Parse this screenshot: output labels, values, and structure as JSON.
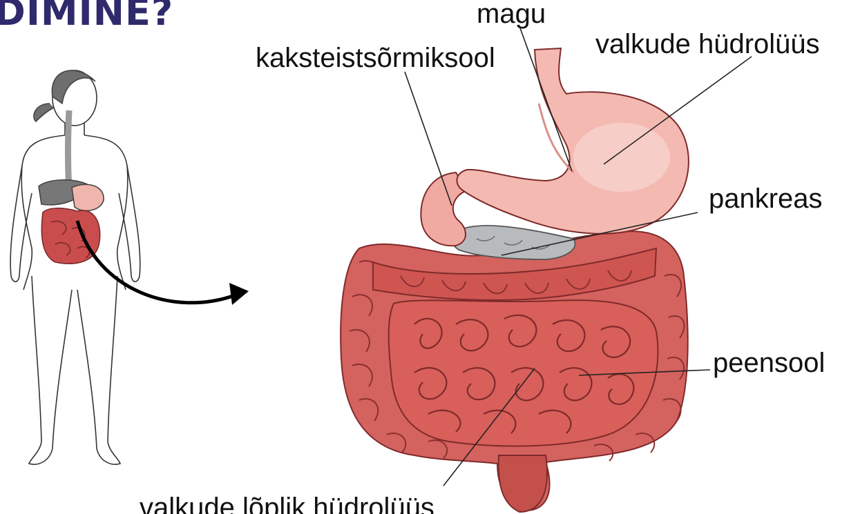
{
  "title": "DIMINE?",
  "labels": {
    "magu": "magu",
    "duodenum": "kaksteistsõrmiksool",
    "protein_hydrolysis": "valkude hüdrolüüs",
    "pancreas": "pankreas",
    "small_intestine": "peensool",
    "final_hydrolysis": "valkude lõplik hüdrolüüs"
  },
  "colors": {
    "title": "#2e2a6b",
    "intestine": "#d4625e",
    "stomach": "#f2b3ab",
    "pancreas": "#b8bbbd"
  }
}
